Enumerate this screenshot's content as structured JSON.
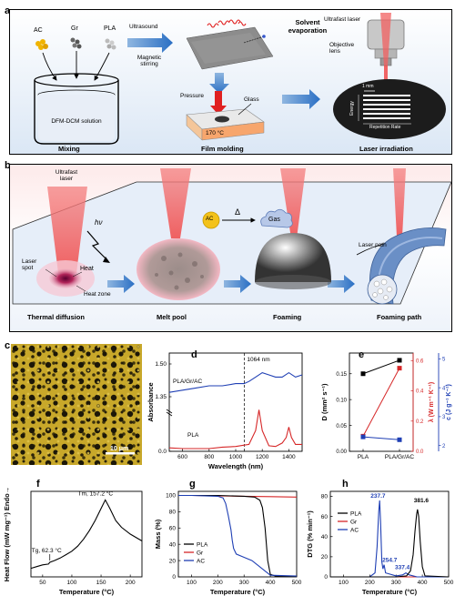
{
  "panel_a": {
    "letter": "a",
    "ac": "AC",
    "gr": "Gr",
    "pla": "PLA",
    "beaker": "DFM-DCM solution",
    "ultrasound": "Ultrasound",
    "magnetic": "Magnetic stirring",
    "solvent": "Solvent evaporation",
    "pressure": "Pressure",
    "glass": "Glass",
    "temp": "170 °C",
    "laser": "Ultrafast laser",
    "objective": "Objective lens",
    "scale": "1 mm",
    "energy": "Energy",
    "rep": "Repetition Rate",
    "mixing": "Mixing",
    "film": "Film molding",
    "irradiation": "Laser irradiation"
  },
  "panel_b": {
    "letter": "b",
    "ultrafast": "Ultrafast laser",
    "hv": "hν",
    "spot": "Laser spot",
    "heat": "Heat",
    "heatzone": "Heat zone",
    "ac": "AC",
    "delta": "Δ",
    "gas": "Gas",
    "path": "Laser path",
    "s1": "Thermal diffusion",
    "s2": "Melt pool",
    "s3": "Foaming",
    "s4": "Foaming path"
  },
  "panel_c": {
    "letter": "c",
    "scale": "10 μm"
  },
  "colors": {
    "pla": "#000000",
    "gr": "#d62728",
    "ac": "#1f3fb4",
    "d_curve": "#1f3fb4"
  },
  "chart_data": [
    {
      "panel": "d",
      "type": "line",
      "xlabel": "Wavelength (nm)",
      "ylabel": "Absorbance",
      "xlim": [
        500,
        1500
      ],
      "xticks": [
        "600",
        "800",
        "1000",
        "1200",
        "1400"
      ],
      "yticks": [
        "0.0",
        "1.35",
        "1.50"
      ],
      "annotation": "1064 nm",
      "series": [
        {
          "name": "PLA/Gr/AC",
          "x": [
            500,
            600,
            700,
            800,
            850,
            900,
            1000,
            1064,
            1100,
            1150,
            1200,
            1250,
            1300,
            1350,
            1400,
            1450,
            1500
          ],
          "y": [
            1.37,
            1.38,
            1.39,
            1.4,
            1.4,
            1.4,
            1.41,
            1.41,
            1.42,
            1.44,
            1.46,
            1.45,
            1.44,
            1.44,
            1.46,
            1.44,
            1.45
          ]
        },
        {
          "name": "PLA",
          "x": [
            500,
            600,
            700,
            800,
            900,
            1000,
            1064,
            1100,
            1150,
            1175,
            1200,
            1250,
            1300,
            1350,
            1380,
            1400,
            1420,
            1450,
            1500
          ],
          "y": [
            0.005,
            0.004,
            0.004,
            0.004,
            0.006,
            0.007,
            0.009,
            0.01,
            0.03,
            0.06,
            0.03,
            0.008,
            0.007,
            0.012,
            0.02,
            0.035,
            0.02,
            0.01,
            0.01
          ]
        }
      ]
    },
    {
      "panel": "e",
      "type": "line",
      "categories": [
        "PLA",
        "PLA/Gr/AC"
      ],
      "ylabel_left": "D (mm² s⁻¹)",
      "ylabel_mid": "λ (W m⁻¹ K⁻¹)",
      "ylabel_right": "c (J g⁻¹ K⁻¹)",
      "yticks_left": [
        "0.00",
        "0.05",
        "0.10",
        "0.15"
      ],
      "yticks_mid": [
        "0.0",
        "0.2",
        "0.4",
        "0.6"
      ],
      "yticks_right": [
        "2",
        "3",
        "4",
        "5"
      ],
      "series": [
        {
          "name": "D",
          "values": [
            0.15,
            0.176
          ],
          "ylim": [
            0,
            0.19
          ]
        },
        {
          "name": "λ",
          "values": [
            0.1,
            0.55
          ],
          "ylim": [
            0,
            0.65
          ]
        },
        {
          "name": "c",
          "values": [
            2.3,
            2.2
          ],
          "ylim": [
            1.8,
            5.2
          ]
        }
      ]
    },
    {
      "panel": "f",
      "type": "line",
      "xlabel": "Temperature (°C)",
      "ylabel": "Heat Flow (mW mg⁻¹) Endo→",
      "xlim": [
        30,
        220
      ],
      "xticks": [
        "50",
        "100",
        "150",
        "200"
      ],
      "ann_tg": "Tg, 62.3 °C",
      "ann_tm": "Tm, 157.2 °C",
      "series": [
        {
          "name": "PLA",
          "x": [
            30,
            40,
            50,
            60,
            62.3,
            70,
            80,
            90,
            100,
            110,
            120,
            130,
            140,
            150,
            157.2,
            165,
            175,
            185,
            200,
            220
          ],
          "y": [
            0.1,
            0.12,
            0.14,
            0.15,
            0.17,
            0.19,
            0.22,
            0.26,
            0.3,
            0.36,
            0.44,
            0.54,
            0.66,
            0.8,
            0.9,
            0.8,
            0.66,
            0.58,
            0.5,
            0.42
          ]
        }
      ]
    },
    {
      "panel": "g",
      "type": "line",
      "xlabel": "Temperature (°C)",
      "ylabel": "Mass (%)",
      "xlim": [
        50,
        500
      ],
      "ylim": [
        0,
        105
      ],
      "xticks": [
        "100",
        "200",
        "300",
        "400",
        "500"
      ],
      "yticks": [
        "0",
        "20",
        "40",
        "60",
        "80",
        "100"
      ],
      "series": [
        {
          "name": "PLA",
          "x": [
            50,
            100,
            200,
            300,
            340,
            360,
            370,
            380,
            390,
            400,
            420,
            500
          ],
          "y": [
            100,
            100,
            100,
            99,
            98,
            94,
            85,
            60,
            20,
            3,
            1,
            1
          ]
        },
        {
          "name": "Gr",
          "x": [
            50,
            100,
            200,
            300,
            400,
            500
          ],
          "y": [
            100,
            100,
            99.5,
            99,
            98.5,
            98
          ]
        },
        {
          "name": "AC",
          "x": [
            50,
            100,
            200,
            220,
            230,
            240,
            250,
            255,
            260,
            270,
            300,
            330,
            400,
            500
          ],
          "y": [
            100,
            100,
            99,
            97,
            90,
            75,
            58,
            45,
            35,
            28,
            24,
            20,
            2,
            1
          ]
        }
      ]
    },
    {
      "panel": "h",
      "type": "line",
      "xlabel": "Temperature (°C)",
      "ylabel": "DTG (% min⁻¹)",
      "xlim": [
        50,
        500
      ],
      "ylim": [
        0,
        85
      ],
      "xticks": [
        "100",
        "200",
        "300",
        "400",
        "500"
      ],
      "yticks": [
        "0",
        "20",
        "40",
        "60",
        "80"
      ],
      "annotations": [
        "237.7",
        "254.7",
        "337.4",
        "381.6"
      ],
      "series": [
        {
          "name": "PLA",
          "x": [
            50,
            300,
            340,
            355,
            365,
            372,
            378,
            381.6,
            386,
            392,
            400,
            410,
            500
          ],
          "y": [
            0,
            0,
            1,
            6,
            22,
            45,
            62,
            67,
            60,
            35,
            10,
            1,
            0
          ]
        },
        {
          "name": "Gr",
          "x": [
            50,
            500
          ],
          "y": [
            0,
            0
          ]
        },
        {
          "name": "AC",
          "x": [
            50,
            200,
            220,
            228,
            234,
            237.7,
            241,
            246,
            250,
            254.7,
            260,
            300,
            325,
            337.4,
            350,
            380,
            500
          ],
          "y": [
            0,
            0,
            4,
            30,
            65,
            76,
            55,
            15,
            8,
            12,
            4,
            1,
            2,
            4,
            2,
            0,
            0
          ]
        }
      ]
    }
  ]
}
